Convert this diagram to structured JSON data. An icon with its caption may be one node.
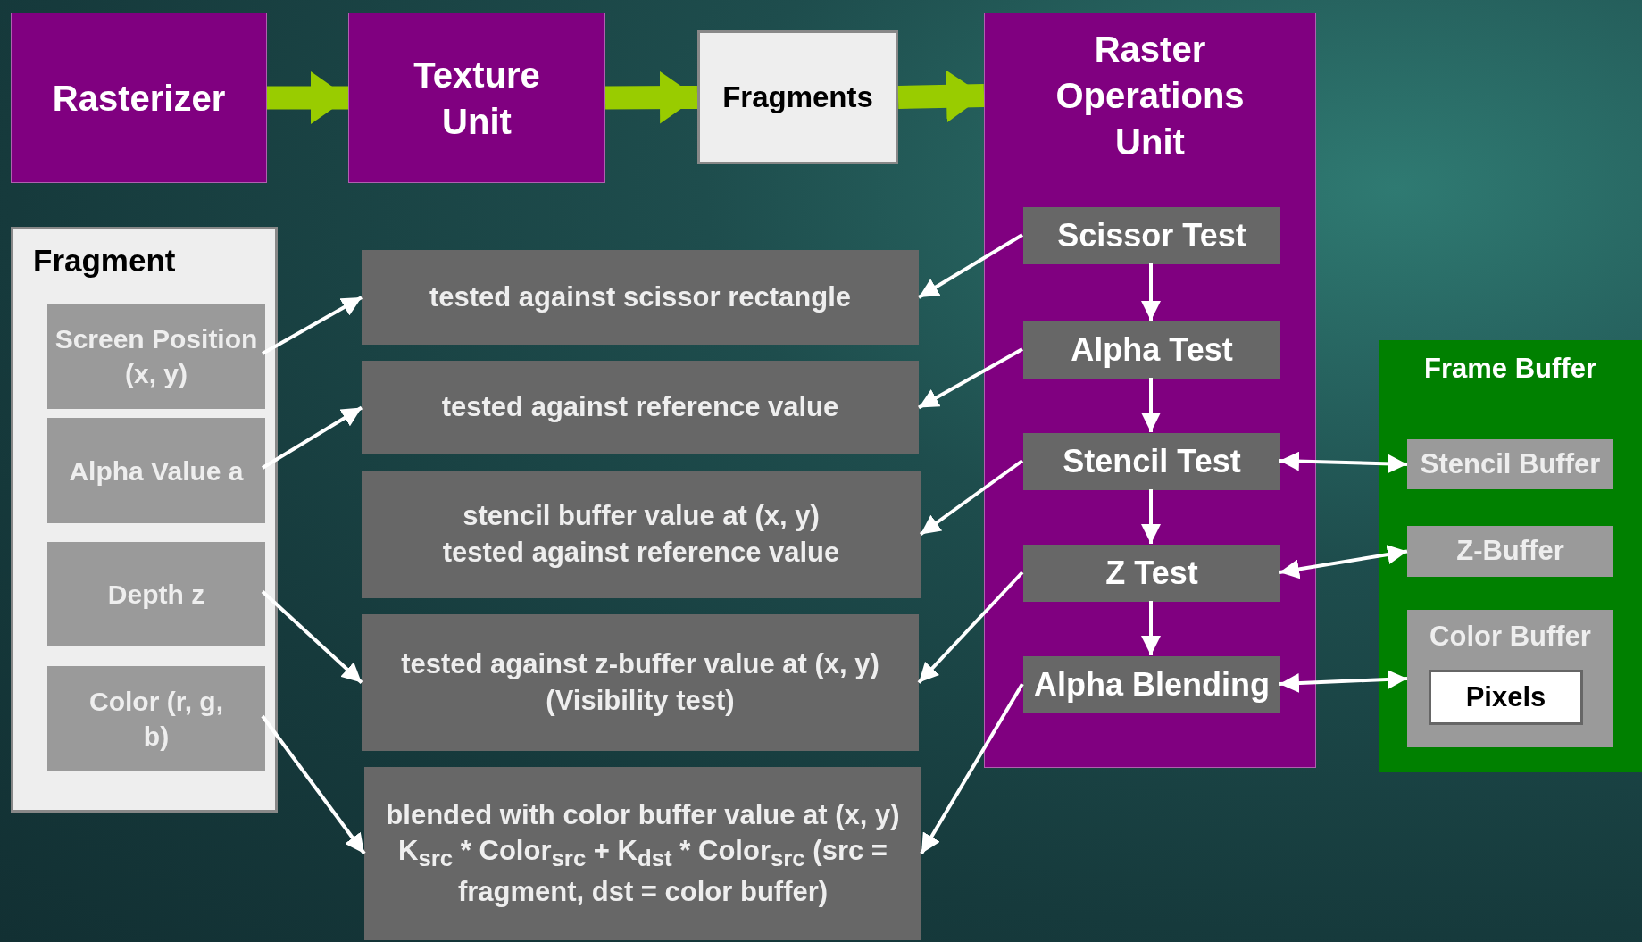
{
  "diagram": {
    "nodes": [
      {
        "text": [
          "Rasterizer"
        ]
      },
      {
        "text": [
          "Texture Unit"
        ]
      },
      {
        "text": [
          "Fragments"
        ]
      },
      {
        "text": [
          "Raster Operations Unit"
        ]
      },
      {
        "text": [
          "Scissor Test"
        ],
        "in": 3
      },
      {
        "text": [
          "Alpha Test"
        ],
        "in": 3
      },
      {
        "text": [
          "Stencil Test"
        ],
        "in": 3
      },
      {
        "text": [
          "Z Test"
        ],
        "in": 3
      },
      {
        "text": [
          "Alpha Blending"
        ],
        "in": 3
      },
      {
        "text": [
          "Fragment"
        ]
      },
      {
        "text": [
          "Screen Position (x, y)"
        ],
        "in": 9
      },
      {
        "text": [
          "Alpha Value a"
        ],
        "in": 9
      },
      {
        "text": [
          "Depth z"
        ],
        "in": 9
      },
      {
        "text": [
          "Color (r, g, b)"
        ],
        "in": 9
      },
      {
        "text": [
          "tested against scissor rectangle"
        ]
      },
      {
        "text": [
          "tested against reference value"
        ]
      },
      {
        "text": [
          "stencil buffer value at (x, y) tested against reference value"
        ]
      },
      {
        "text": [
          "tested against z-buffer value at (x, y) (Visibility test)"
        ]
      },
      {
        "text": [
          "blended with color buffer value at (x, y) K$_{src}$ * Color$_{src}$ + K$_{dst}$ * Color$_{src}$ (src = fragment, dst = color buffer)"
        ]
      },
      {
        "text": [
          "Frame Buffer"
        ]
      },
      {
        "text": [
          "Stencil Buffer"
        ],
        "in": 19
      },
      {
        "text": [
          "Z-Buffer"
        ],
        "in": 19
      },
      {
        "text": [
          "Color Buffer"
        ],
        "in": 19
      },
      {
        "text": [
          "Pixels"
        ],
        "in": 22
      }
    ],
    "edges": [
      {
        "from": 0,
        "to": 1,
        "arrow": "to",
        "style": "thick",
        "color": "#99cc00"
      },
      {
        "from": 1,
        "to": 2,
        "arrow": "to",
        "style": "thick",
        "color": "#99cc00"
      },
      {
        "from": 2,
        "to": 3,
        "arrow": "to",
        "style": "thick",
        "color": "#99cc00"
      },
      {
        "from": 4,
        "to": 5,
        "arrow": "to"
      },
      {
        "from": 5,
        "to": 6,
        "arrow": "to"
      },
      {
        "from": 6,
        "to": 7,
        "arrow": "to"
      },
      {
        "from": 7,
        "to": 8,
        "arrow": "to"
      },
      {
        "from": 4,
        "to": 14,
        "arrow": "to"
      },
      {
        "from": 5,
        "to": 15,
        "arrow": "to"
      },
      {
        "from": 6,
        "to": 16,
        "arrow": "to"
      },
      {
        "from": 7,
        "to": 17,
        "arrow": "to"
      },
      {
        "from": 8,
        "to": 18,
        "arrow": "to"
      },
      {
        "from": 10,
        "to": 14,
        "arrow": "to"
      },
      {
        "from": 11,
        "to": 15,
        "arrow": "to"
      },
      {
        "from": 12,
        "to": 17,
        "arrow": "to"
      },
      {
        "from": 13,
        "to": 18,
        "arrow": "to"
      },
      {
        "from": 6,
        "to": 20,
        "arrow": "both"
      },
      {
        "from": 7,
        "to": 21,
        "arrow": "both"
      },
      {
        "from": 8,
        "to": 22,
        "arrow": "both"
      }
    ]
  }
}
